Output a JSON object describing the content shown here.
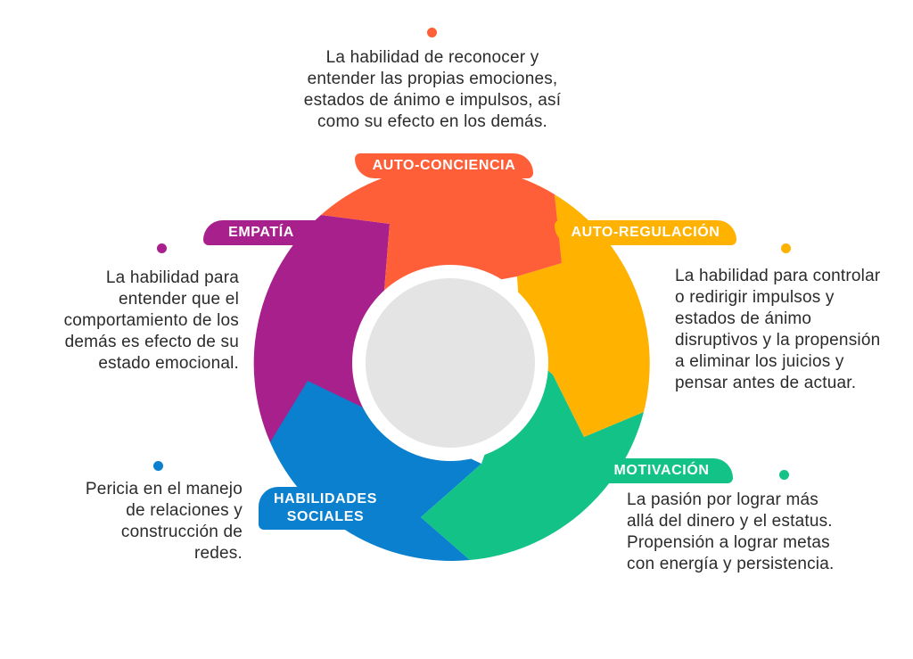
{
  "colors": {
    "auto_conciencia": "#FF5F38",
    "auto_regulacion": "#FFB200",
    "motivacion": "#12C287",
    "habilidades_sociales": "#0A80CE",
    "empatia": "#A8208B",
    "center": "#E4E4E4"
  },
  "segments": {
    "auto_conciencia": {
      "label": "AUTO-CONCIENCIA",
      "description": "La habilidad de reconocer y\nentender las propias emociones,\nestados de ánimo e impulsos, así\ncomo su efecto en los demás."
    },
    "auto_regulacion": {
      "label": "AUTO-REGULACIÓN",
      "description": "La habilidad para controlar\no redirigir impulsos y\nestados de ánimo\ndisruptivos y la propensión\na eliminar los juicios y\npensar antes de actuar."
    },
    "motivacion": {
      "label": "MOTIVACIÓN",
      "description": "La pasión por lograr más\nallá del dinero y el estatus.\nPropensión a lograr metas\ncon energía y persistencia."
    },
    "habilidades_sociales": {
      "label": "HABILIDADES\nSOCIALES",
      "description": "Pericia en el manejo\nde relaciones y\nconstrucción de\nredes."
    },
    "empatia": {
      "label": "EMPATÍA",
      "description": "La habilidad para\nentender que el\ncomportamiento de los\ndemás es efecto de su\nestado emocional."
    }
  }
}
